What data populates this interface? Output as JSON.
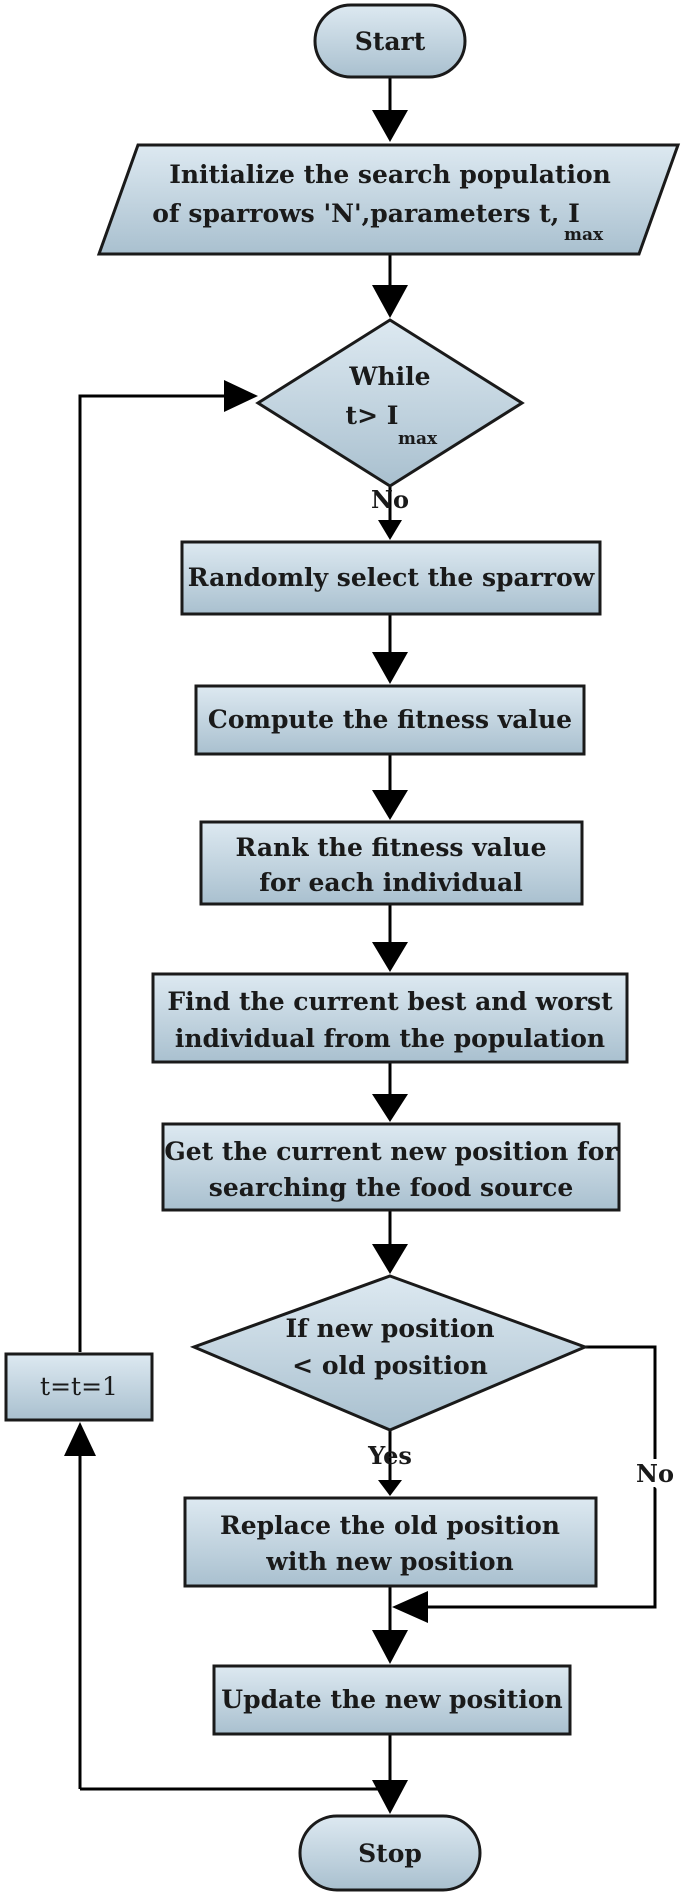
{
  "nodes": {
    "start": "Start",
    "init_line1": "Initialize the search population",
    "init_line2": "of sparrows 'N',parameters t, I",
    "init_sub": "max",
    "while_line1": "While",
    "while_line2": "t> I",
    "while_sub": "max",
    "random_select": "Randomly select the sparrow",
    "compute_fitness": "Compute the fitness value",
    "rank_line1": "Rank the fitness value",
    "rank_line2": "for each individual",
    "find_line1": "Find the current best and worst",
    "find_line2": "individual from the population",
    "get_line1": "Get the current new position for",
    "get_line2": "searching the food source",
    "if_line1": "If new position",
    "if_line2": "< old position",
    "replace_line1": "Replace the old position",
    "replace_line2": "with new position",
    "update": "Update the new position",
    "increment": "t=t=1",
    "stop": "Stop"
  },
  "edges": {
    "while_no": "No",
    "if_yes": "Yes",
    "if_no": "No"
  },
  "colors": {
    "box_fill_top": "#dde9f1",
    "box_fill_bottom": "#a9c0cf",
    "stroke": "#1a1a1a"
  }
}
